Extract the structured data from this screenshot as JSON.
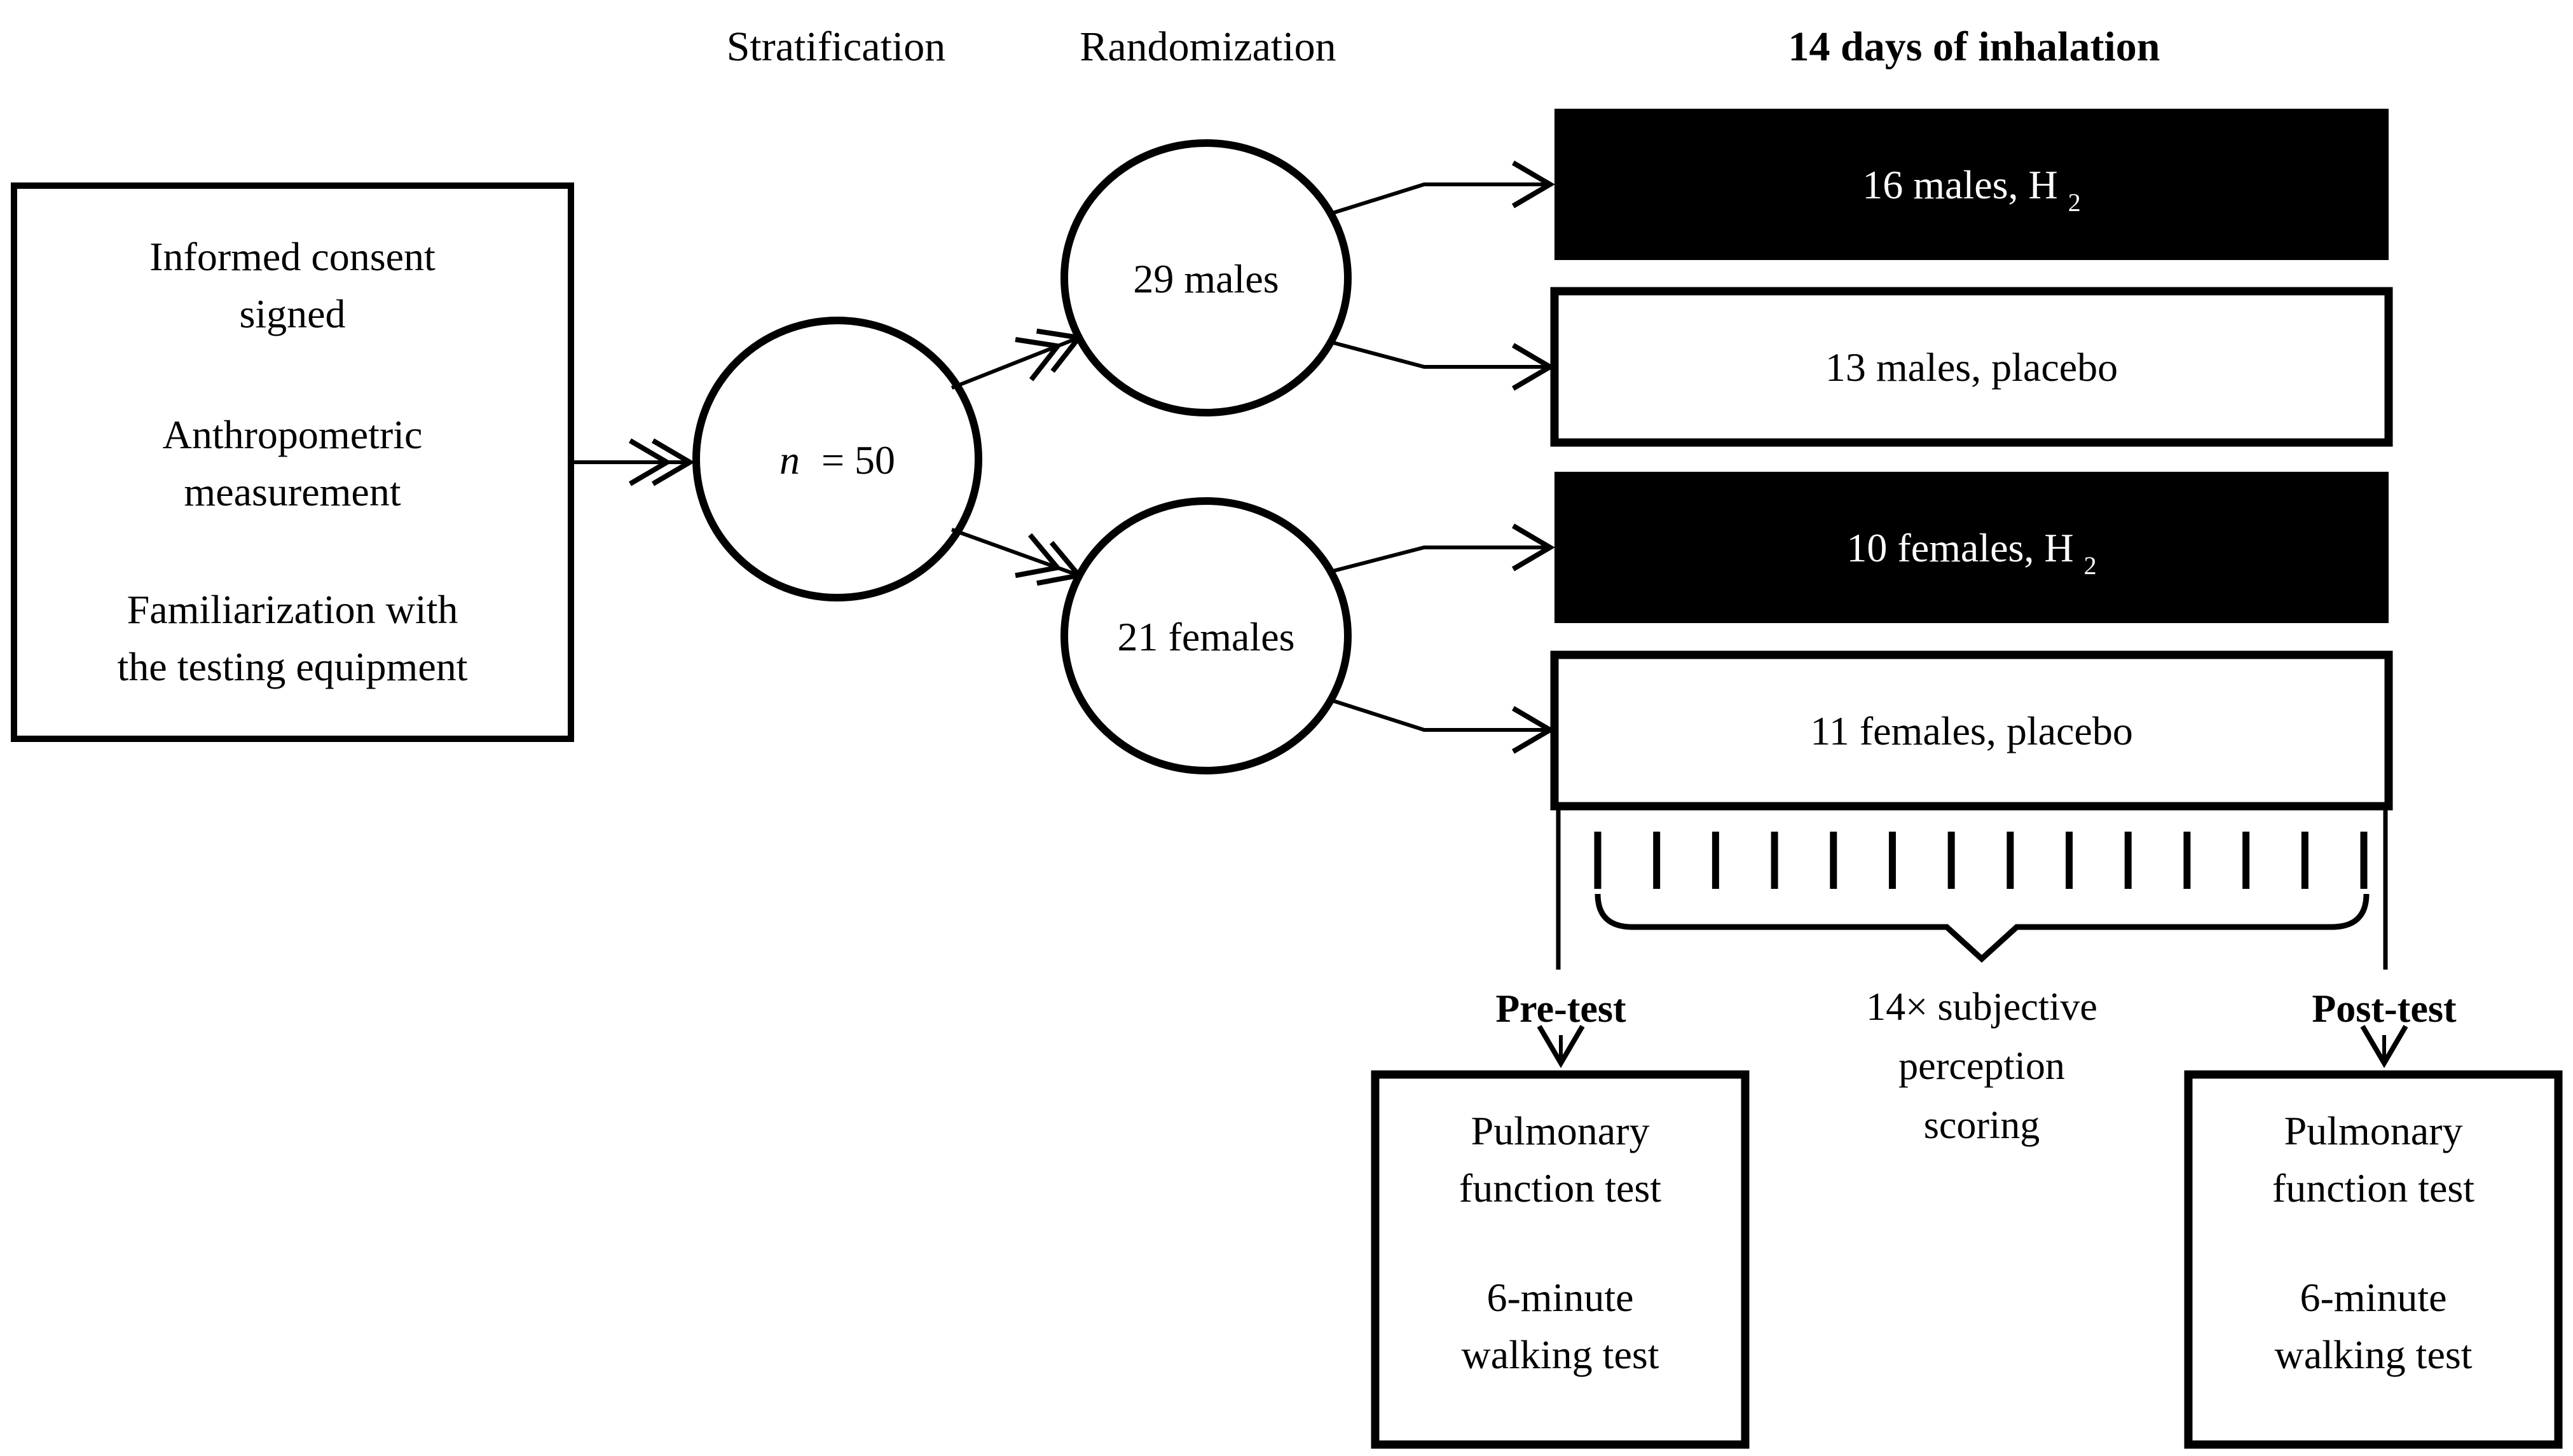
{
  "colors": {
    "ink": "#000000",
    "paper": "#ffffff"
  },
  "header": {
    "stratification": "Stratification",
    "randomization": "Randomization",
    "inhalation_phase": "14 days of inhalation"
  },
  "enrollment_box": {
    "lines": [
      "Informed consent",
      "signed",
      "Anthropometric",
      "measurement",
      "Familiarization with",
      "the testing equipment"
    ]
  },
  "sample_node": {
    "variable": "n",
    "equals_value": "= 50"
  },
  "strata": {
    "males_label": "29 males",
    "females_label": "21 females"
  },
  "groups": [
    {
      "text": "16 males, H",
      "subscript": "2",
      "style": "hydrogen"
    },
    {
      "text": "13 males, placebo",
      "subscript": "",
      "style": "placebo"
    },
    {
      "text": "10 females, H",
      "subscript": "2",
      "style": "hydrogen"
    },
    {
      "text": "11 females, placebo",
      "subscript": "",
      "style": "placebo"
    }
  ],
  "timeline": {
    "tick_count": 14,
    "pre_test_label": "Pre-test",
    "post_test_label": "Post-test",
    "scoring_lines": [
      "14× subjective",
      "perception",
      "scoring"
    ]
  },
  "pre_test_box": {
    "lines": [
      "Pulmonary",
      "function test",
      "6-minute",
      "walking test"
    ]
  },
  "post_test_box": {
    "lines": [
      "Pulmonary",
      "function test",
      "6-minute",
      "walking test"
    ]
  }
}
